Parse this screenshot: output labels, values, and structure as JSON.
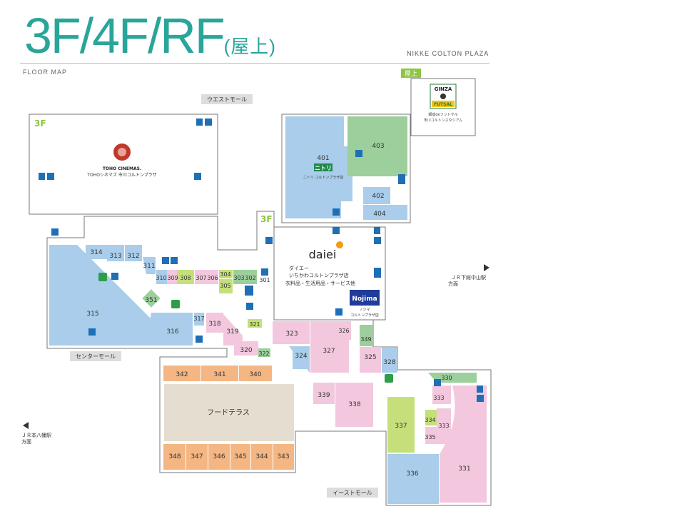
{
  "header": {
    "title_main": "3F/4F/RF",
    "title_sub": "(屋上)",
    "brand": "NIKKE COLTON PLAZA",
    "subtitle": "FLOOR MAP"
  },
  "floors": {
    "f3": "3F",
    "f4": "4F",
    "rf": "屋上"
  },
  "malls": {
    "west": "ウエストモール",
    "center": "センターモール",
    "east": "イーストモール"
  },
  "directions": {
    "east_line1": "ＪＲ下総中山駅",
    "east_line2": "方面",
    "west_line1": "ＪＲ本八幡駅",
    "west_line2": "方面"
  },
  "tenants": {
    "toho_logo": "TOHO CINEMAS.",
    "toho_name": "TOHOシネマズ 市川コルトンプラザ",
    "nitori_logo": "ニトリ",
    "nitori_name": "ニトリ コルトンプラザ店",
    "daiei_logo": "daiei",
    "daiei_line1": "ダイエー",
    "daiei_line2": "いちかわコルトンプラザ店",
    "daiei_line3": "衣料品・生活用品・サービス他",
    "nojima_logo": "Nojima",
    "nojima_name": "ノジマ",
    "nojima_line2": "コルトンプラザ店",
    "futsal_logo1": "GINZA",
    "futsal_logo2": "FUTSAL",
    "futsal_name1": "銀座deフットサル",
    "futsal_name2": "市川コルトンスタジアム",
    "food_terrace": "フードテラス"
  },
  "rooms": {
    "r301": "301",
    "r302": "302",
    "r303": "303",
    "r304": "304",
    "r305": "305",
    "r306": "306",
    "r307": "307",
    "r308": "308",
    "r309": "309",
    "r310": "310",
    "r311": "311",
    "r312": "312",
    "r313": "313",
    "r314": "314",
    "r315": "315",
    "r316": "316",
    "r317": "317",
    "r318": "318",
    "r319": "319",
    "r320": "320",
    "r321": "321",
    "r322": "322",
    "r323": "323",
    "r324": "324",
    "r325": "325",
    "r326": "326",
    "r327": "327",
    "r328": "328",
    "r330": "330",
    "r331": "331",
    "r333a": "333",
    "r333b": "333",
    "r334": "334",
    "r335": "335",
    "r336": "336",
    "r337": "337",
    "r338": "338",
    "r339": "339",
    "r340": "340",
    "r341": "341",
    "r342": "342",
    "r343": "343",
    "r344": "344",
    "r345": "345",
    "r346": "346",
    "r347": "347",
    "r348": "348",
    "r349": "349",
    "r351": "351",
    "r401": "401",
    "r402": "402",
    "r403": "403",
    "r404": "404"
  },
  "colors": {
    "blue": "#a9cdea",
    "pink": "#f3c8de",
    "green": "#9ccf9c",
    "lime": "#c5e07a",
    "orange": "#f4b683",
    "beige": "#e5ddd0",
    "accent": "#2aa59a",
    "floor_label": "#8dc63f",
    "icon": "#1f6fb7"
  },
  "icons": [
    "accessible-toilet-icon",
    "restroom-icon",
    "elevator-icon",
    "escalator-icon",
    "wifi-icon",
    "arrow-right-icon",
    "arrow-left-icon"
  ]
}
